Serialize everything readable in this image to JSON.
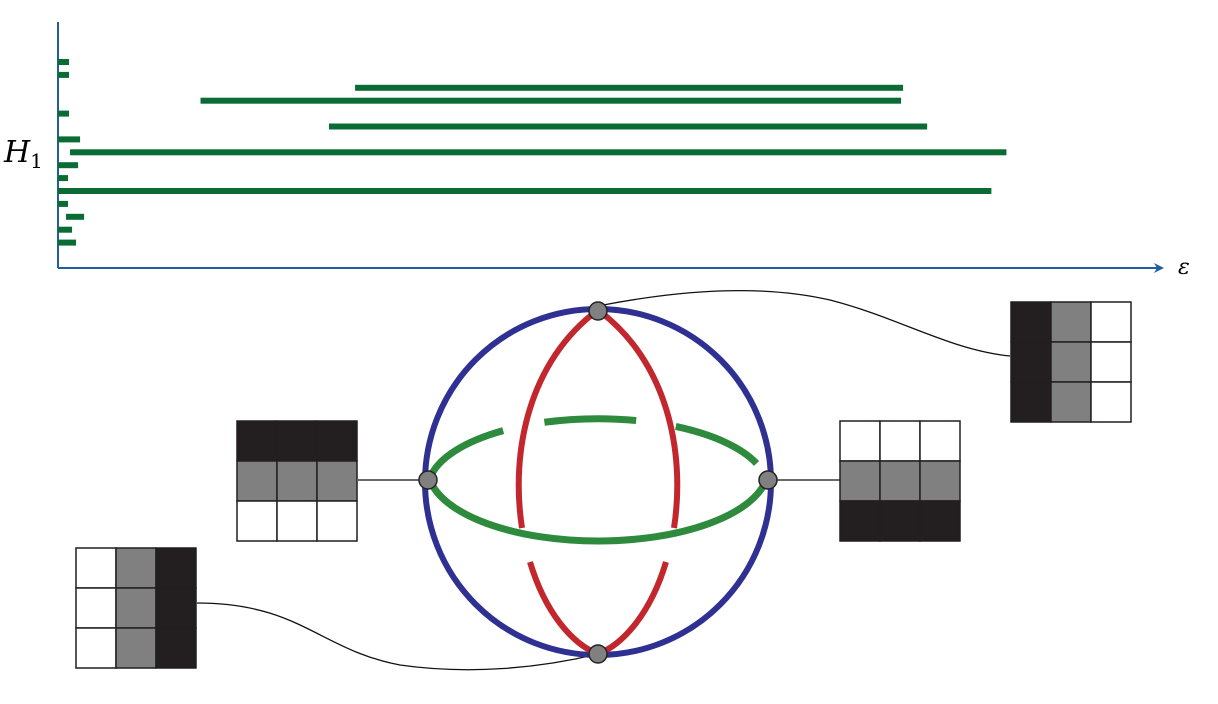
{
  "barcode": {
    "y_axis_label": "H",
    "y_axis_subscript": "1",
    "x_axis_label": "ε",
    "bar_color": "#0b6b34",
    "axis_color": "#1f5f9f",
    "bars": [
      {
        "start": 0.0,
        "end": 0.11
      },
      {
        "start": 0.0,
        "end": 0.11
      },
      {
        "start": 2.96,
        "end": 8.42
      },
      {
        "start": 1.42,
        "end": 8.4
      },
      {
        "start": 0.0,
        "end": 0.11
      },
      {
        "start": 2.7,
        "end": 8.66
      },
      {
        "start": 0.0,
        "end": 0.22
      },
      {
        "start": 0.12,
        "end": 9.45
      },
      {
        "start": 0.0,
        "end": 0.2
      },
      {
        "start": 0.0,
        "end": 0.1
      },
      {
        "start": 0.0,
        "end": 9.3
      },
      {
        "start": 0.0,
        "end": 0.1
      },
      {
        "start": 0.08,
        "end": 0.26
      },
      {
        "start": 0.0,
        "end": 0.14
      },
      {
        "start": 0.0,
        "end": 0.18
      }
    ],
    "x_max": 11.0
  },
  "sphere": {
    "outer_color": "#2e3192",
    "meridian_color": "#c1272d",
    "equator_color": "#2e8b3e",
    "node_color": "#808080"
  },
  "patches": {
    "black": "#231f20",
    "gray": "#808080",
    "white": "#ffffff",
    "top_right": [
      [
        "k",
        "g",
        "w"
      ],
      [
        "k",
        "g",
        "w"
      ],
      [
        "k",
        "g",
        "w"
      ]
    ],
    "left": [
      [
        "k",
        "k",
        "k"
      ],
      [
        "g",
        "g",
        "g"
      ],
      [
        "w",
        "w",
        "w"
      ]
    ],
    "right": [
      [
        "w",
        "w",
        "w"
      ],
      [
        "g",
        "g",
        "g"
      ],
      [
        "k",
        "k",
        "k"
      ]
    ],
    "bottom_left": [
      [
        "w",
        "g",
        "k"
      ],
      [
        "w",
        "g",
        "k"
      ],
      [
        "w",
        "g",
        "k"
      ]
    ]
  }
}
